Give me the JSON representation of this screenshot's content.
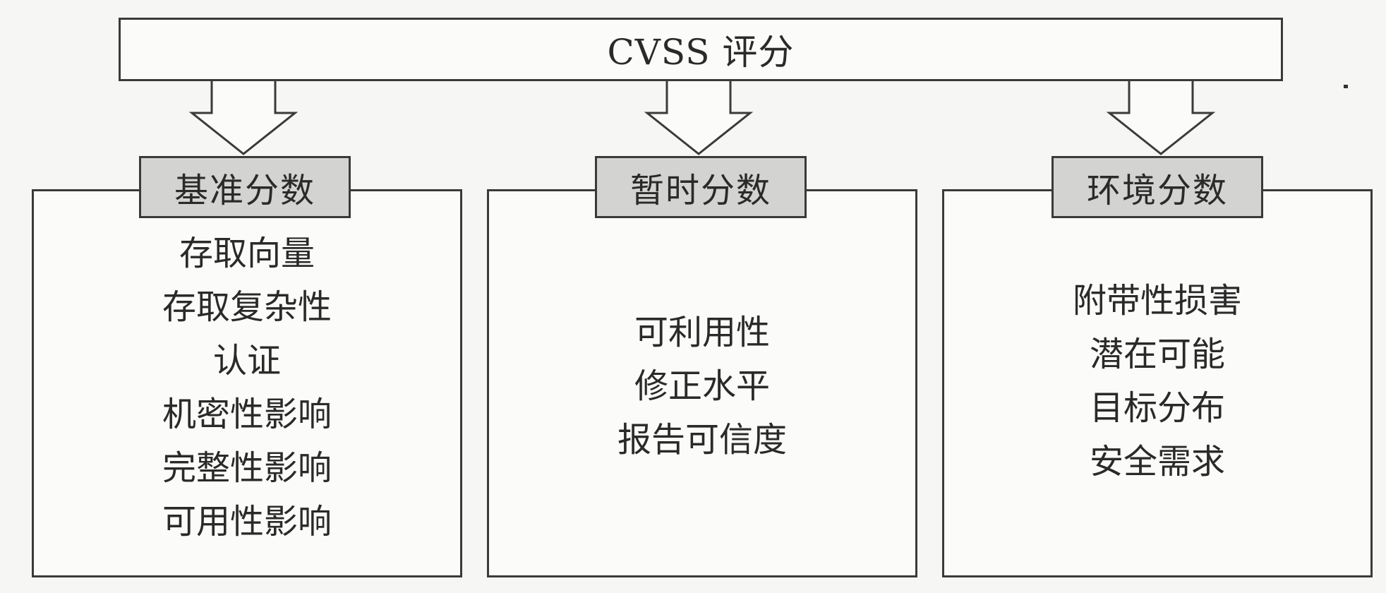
{
  "title": "CVSS 评分",
  "panels": [
    {
      "header": "基准分数",
      "items": [
        "存取向量",
        "存取复杂性",
        "认证",
        "机密性影响",
        "完整性影响",
        "可用性影响"
      ]
    },
    {
      "header": "暂时分数",
      "items": [
        "可利用性",
        "修正水平",
        "报告可信度"
      ]
    },
    {
      "header": "环境分数",
      "items": [
        "附带性损害",
        "潜在可能",
        "目标分布",
        "安全需求"
      ]
    }
  ],
  "colors": {
    "header_fill": "#d3d3d1",
    "border": "#3a3a3a",
    "background": "#f6f6f4"
  }
}
